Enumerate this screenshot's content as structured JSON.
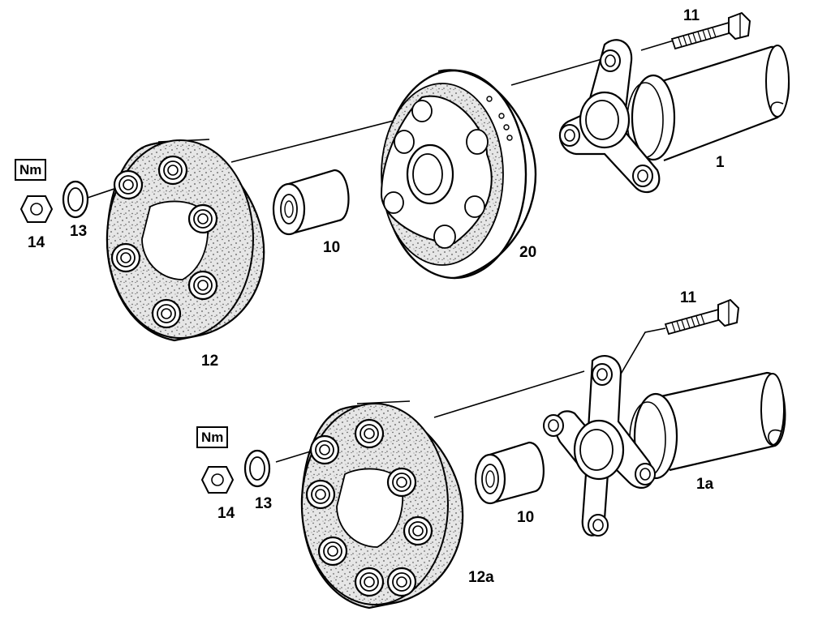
{
  "top_assembly": {
    "labels": {
      "bolt": "11",
      "driveshaft": "1",
      "damper": "20",
      "sleeve": "10",
      "flex_disc": "12",
      "washer": "13",
      "nut": "14"
    },
    "torque_symbol": "Nm"
  },
  "bottom_assembly": {
    "labels": {
      "bolt": "11",
      "driveshaft": "1a",
      "sleeve": "10",
      "flex_disc": "12a",
      "washer": "13",
      "nut": "14"
    },
    "torque_symbol": "Nm"
  }
}
